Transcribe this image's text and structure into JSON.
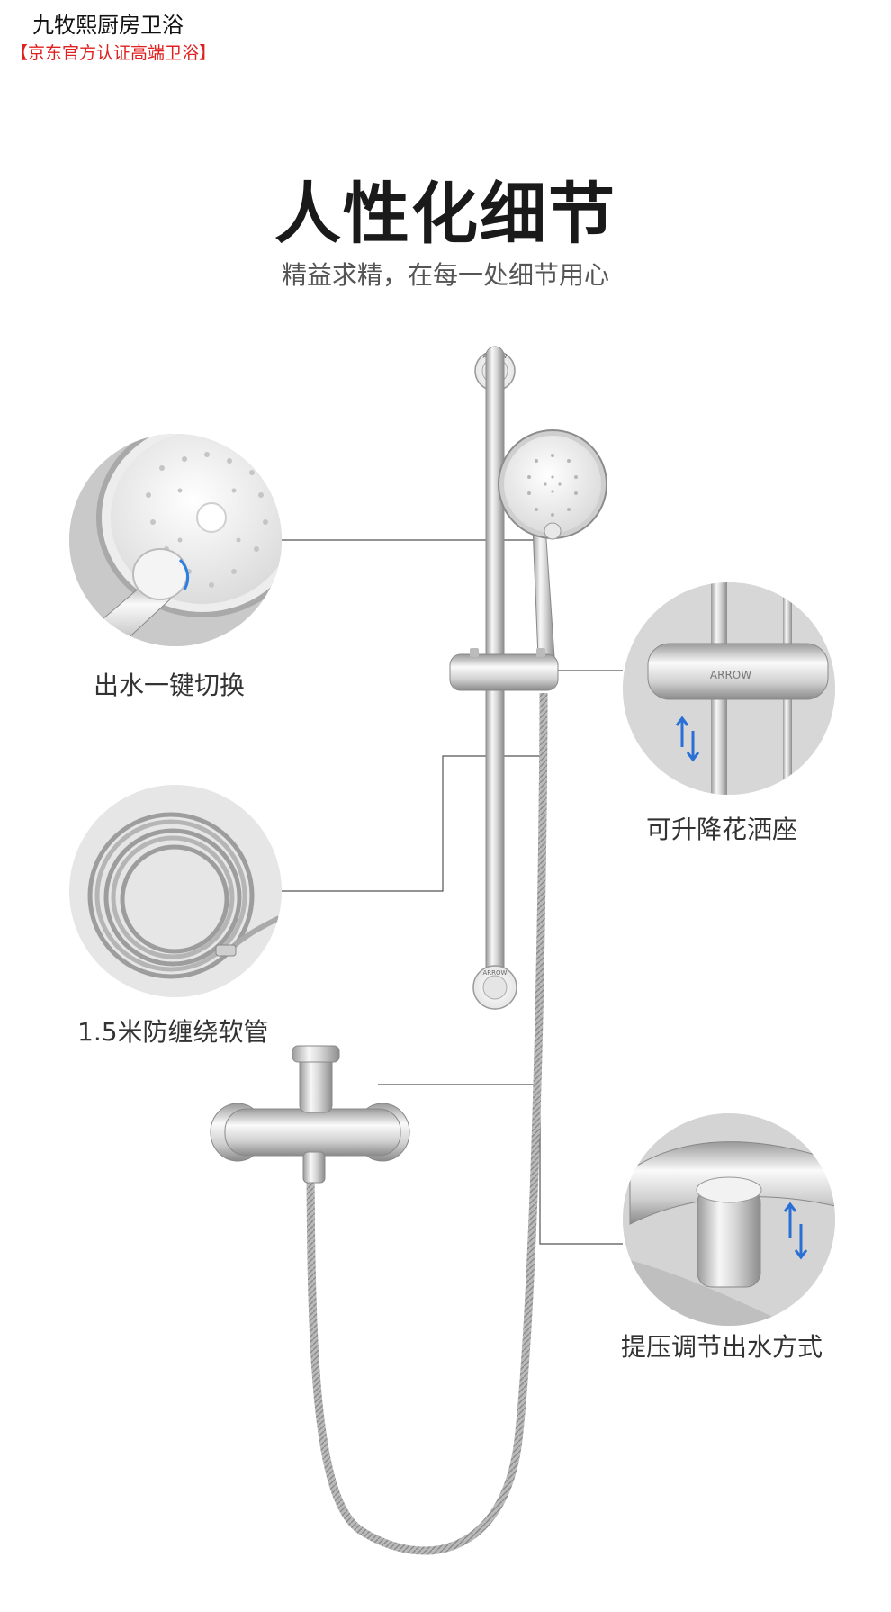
{
  "store": {
    "name": "九牧熙厨房卫浴",
    "badge": "【京东官方认证高端卫浴】"
  },
  "section": {
    "title": "人性化细节",
    "subtitle": "精益求精，在每一处细节用心"
  },
  "features": [
    {
      "label": "出水一键切换",
      "icon": "spray-mode-button-icon"
    },
    {
      "label": "可升降花洒座",
      "icon": "sliding-holder-icon"
    },
    {
      "label": "1.5米防缠绕软管",
      "icon": "coiled-hose-icon"
    },
    {
      "label": "提压调节出水方式",
      "icon": "diverter-knob-icon"
    }
  ],
  "product": {
    "brand_mark": "ARROW"
  },
  "colors": {
    "brand_red": "#e02020",
    "chrome_light": "#f2f2f2",
    "chrome_mid": "#c8c8c8",
    "chrome_dark": "#8a8a8a",
    "arrow_blue": "#2a6fd6",
    "leader_line": "#555555"
  }
}
